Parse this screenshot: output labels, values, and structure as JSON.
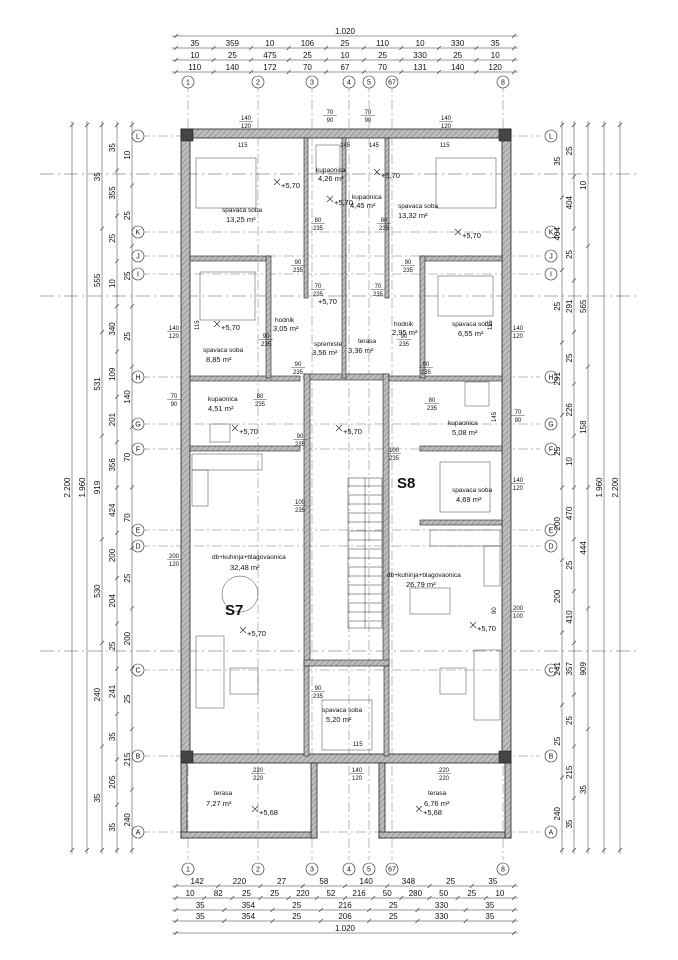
{
  "units": {
    "S7": "S7",
    "S8": "S8"
  },
  "dims_top": [
    [
      "1.020"
    ],
    [
      "35",
      "359",
      "10",
      "106",
      "25",
      "110",
      "10",
      "330",
      "35"
    ],
    [
      "10",
      "25",
      "475",
      "25",
      "10",
      "25",
      "330",
      "25",
      "10"
    ],
    [
      "110",
      "140",
      "172",
      "70",
      "67",
      "70",
      "131",
      "140",
      "120"
    ]
  ],
  "dims_bottom": [
    [
      "142",
      "220",
      "27",
      "58",
      "140",
      "348",
      "25",
      "35"
    ],
    [
      "10",
      "82",
      "25",
      "25",
      "220",
      "52",
      "216",
      "50",
      "280",
      "50",
      "25",
      "10"
    ],
    [
      "35",
      "354",
      "25",
      "216",
      "25",
      "330",
      "35"
    ],
    [
      "35",
      "354",
      "25",
      "206",
      "25",
      "330",
      "35"
    ],
    [
      "1.020"
    ]
  ],
  "dims_left": [
    [
      "2.200"
    ],
    [
      "1.960"
    ],
    [
      "35",
      "555",
      "531",
      "919",
      "530",
      "240",
      "35"
    ],
    [
      "35",
      "355",
      "25",
      "10",
      "340",
      "109",
      "201",
      "356",
      "424",
      "200",
      "204",
      "25",
      "241",
      "35",
      "205",
      "35"
    ],
    [
      "10",
      "25",
      "25",
      "25",
      "140",
      "70",
      "70",
      "25",
      "200",
      "25",
      "215",
      "240"
    ]
  ],
  "dims_right": [
    [
      "2.200"
    ],
    [
      "1.960"
    ],
    [
      "10",
      "565",
      "158",
      "444",
      "909",
      "35"
    ],
    [
      "25",
      "404",
      "25",
      "291",
      "25",
      "226",
      "10",
      "470",
      "25",
      "410",
      "357",
      "25",
      "215",
      "35"
    ],
    [
      "35",
      "404",
      "25",
      "291",
      "25",
      "200",
      "200",
      "241",
      "25",
      "240"
    ]
  ],
  "axes_x": [
    "1",
    "2",
    "3",
    "4",
    "5",
    "6",
    "7",
    "8"
  ],
  "axes_y": [
    "L",
    "K",
    "J",
    "I",
    "H",
    "G",
    "F",
    "E",
    "D",
    "C",
    "B",
    "A"
  ],
  "rooms": {
    "kup1": {
      "name": "kupaonica",
      "area": "4,26"
    },
    "kup2": {
      "name": "kupaonica",
      "area": "4,45"
    },
    "spav1": {
      "name": "spavaca soba",
      "area": "13,25"
    },
    "spav2": {
      "name": "spavaca soba",
      "area": "13,32"
    },
    "hod1": {
      "name": "hodnik",
      "area": "3,05"
    },
    "spr": {
      "name": "spremiste",
      "area": "3,56"
    },
    "ter_mid": {
      "name": "terasa",
      "area": "3,36"
    },
    "hod2": {
      "name": "hodnik",
      "area": "2,95"
    },
    "spav3": {
      "name": "spavaca soba",
      "area": "8,85"
    },
    "spav4": {
      "name": "spavaca soba",
      "area": "6,55"
    },
    "kup3": {
      "name": "kupaonica",
      "area": "4,51"
    },
    "kup4": {
      "name": "kupaonica",
      "area": "5,08"
    },
    "spav5": {
      "name": "spavaca soba",
      "area": "4,69"
    },
    "dbk1": {
      "name": "db+kuhinja+blagovaonica",
      "area": "32,48"
    },
    "dbk2": {
      "name": "db+kuhinja+blagovaonica",
      "area": "26,79"
    },
    "spav6": {
      "name": "spavaca soba",
      "area": "5,20"
    },
    "ter1": {
      "name": "terasa",
      "area": "7,27"
    },
    "ter2": {
      "name": "terasa",
      "area": "6,76"
    },
    "unit": "m²"
  },
  "levels": [
    "+5,70",
    "+5,70",
    "+5,70",
    "+5,70",
    "+5,70",
    "+5,70",
    "+5,70",
    "+5,70",
    "+5,70",
    "+5,70",
    "+5,68",
    "+5,68"
  ],
  "openings": {
    "w1": [
      "140",
      "120"
    ],
    "w2": [
      "70",
      "90"
    ],
    "w3": [
      "70",
      "90"
    ],
    "w4": [
      "140",
      "120"
    ],
    "d1": [
      "80",
      "235"
    ],
    "d2": [
      "80",
      "235"
    ],
    "d3": [
      "90",
      "235"
    ],
    "d4": [
      "70",
      "235"
    ],
    "d5": [
      "70",
      "235"
    ],
    "d6": [
      "90",
      "235"
    ],
    "w5": [
      "140",
      "120"
    ],
    "d7": [
      "90",
      "235"
    ],
    "d8": [
      "90",
      "235"
    ],
    "d9": [
      "90",
      "235"
    ],
    "d10": [
      "90",
      "235"
    ],
    "w6": [
      "140",
      "120"
    ],
    "w7": [
      "70",
      "90"
    ],
    "d11": [
      "80",
      "235"
    ],
    "d12": [
      "80",
      "235"
    ],
    "w8": [
      "70",
      "90"
    ],
    "d13": [
      "90",
      "235"
    ],
    "d14": [
      "100",
      "235"
    ],
    "w9": [
      "140",
      "120"
    ],
    "d15": [
      "100",
      "235"
    ],
    "w10": [
      "200",
      "120"
    ],
    "w11": [
      "200",
      "100"
    ],
    "d16": [
      "90",
      "235"
    ],
    "w12": [
      "220",
      "220"
    ],
    "w13": [
      "140",
      "120"
    ],
    "w14": [
      "220",
      "220"
    ]
  },
  "marks": {
    "m115a": "115",
    "m115b": "115",
    "m145a": "145",
    "m145b": "145",
    "m115c": "115",
    "m115d": "115",
    "m145c": "145",
    "m115e": "115",
    "m90": "90"
  }
}
